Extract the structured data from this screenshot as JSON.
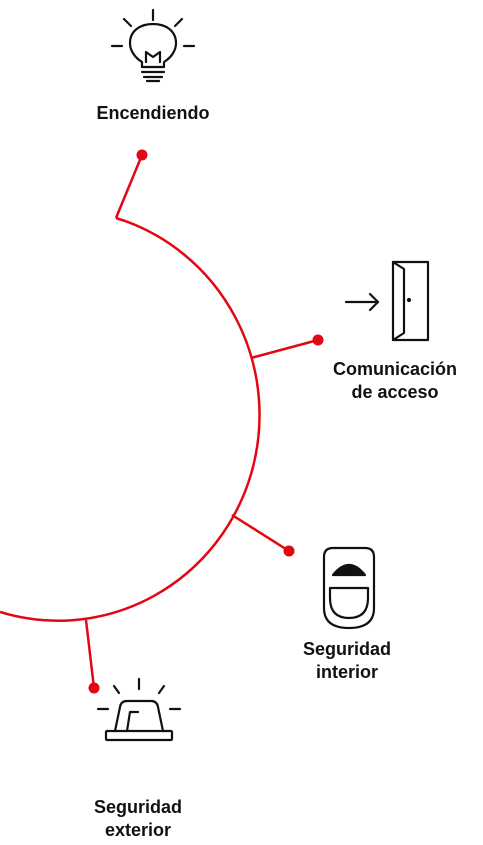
{
  "colors": {
    "accent": "#E30613",
    "icon_stroke": "#111111",
    "label_text": "#111111"
  },
  "items": [
    {
      "id": "lighting",
      "icon": "lightbulb-icon",
      "label_lines": [
        "Encendiendo"
      ]
    },
    {
      "id": "access",
      "icon": "door-entry-icon",
      "label_lines": [
        "Comunicación",
        "de acceso"
      ]
    },
    {
      "id": "interior",
      "icon": "motion-sensor-icon",
      "label_lines": [
        "Seguridad",
        "interior"
      ]
    },
    {
      "id": "exterior",
      "icon": "siren-icon",
      "label_lines": [
        "Seguridad",
        "exterior"
      ]
    }
  ]
}
